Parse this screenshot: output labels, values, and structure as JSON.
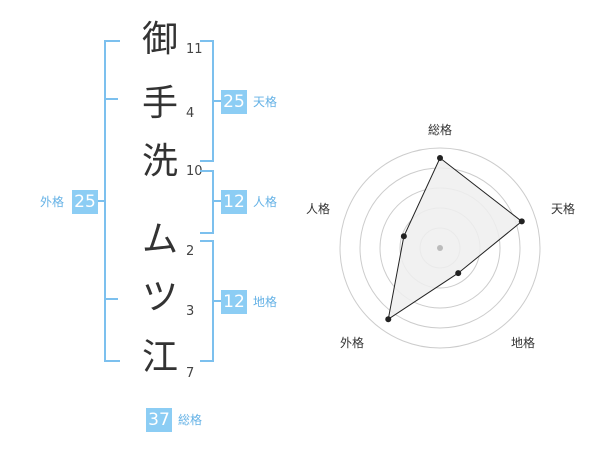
{
  "name_chars": [
    {
      "char": "御",
      "strokes": "11"
    },
    {
      "char": "手",
      "strokes": "4"
    },
    {
      "char": "洗",
      "strokes": "10"
    },
    {
      "char": "ム",
      "strokes": "2"
    },
    {
      "char": "ツ",
      "strokes": "3"
    },
    {
      "char": "江",
      "strokes": "7"
    }
  ],
  "kaku": {
    "tenkaku": {
      "label": "天格",
      "value": "25"
    },
    "jinkaku": {
      "label": "人格",
      "value": "12"
    },
    "chikaku": {
      "label": "地格",
      "value": "12"
    },
    "gaikaku": {
      "label": "外格",
      "value": "25"
    },
    "soukaku": {
      "label": "総格",
      "value": "37"
    }
  },
  "radar": {
    "axes": [
      "総格",
      "天格",
      "地格",
      "外格",
      "人格"
    ],
    "levels": 5,
    "values": [
      0.9,
      0.86,
      0.31,
      0.88,
      0.38
    ],
    "colors": {
      "fill": "#eeeeee",
      "stroke": "#222222",
      "grid": "#cccccc",
      "center": "#bbbbbb"
    }
  },
  "colors": {
    "accent": "#8ccdf4",
    "bracket": "#7cc0ee",
    "tag_text": "#65b2e6"
  }
}
